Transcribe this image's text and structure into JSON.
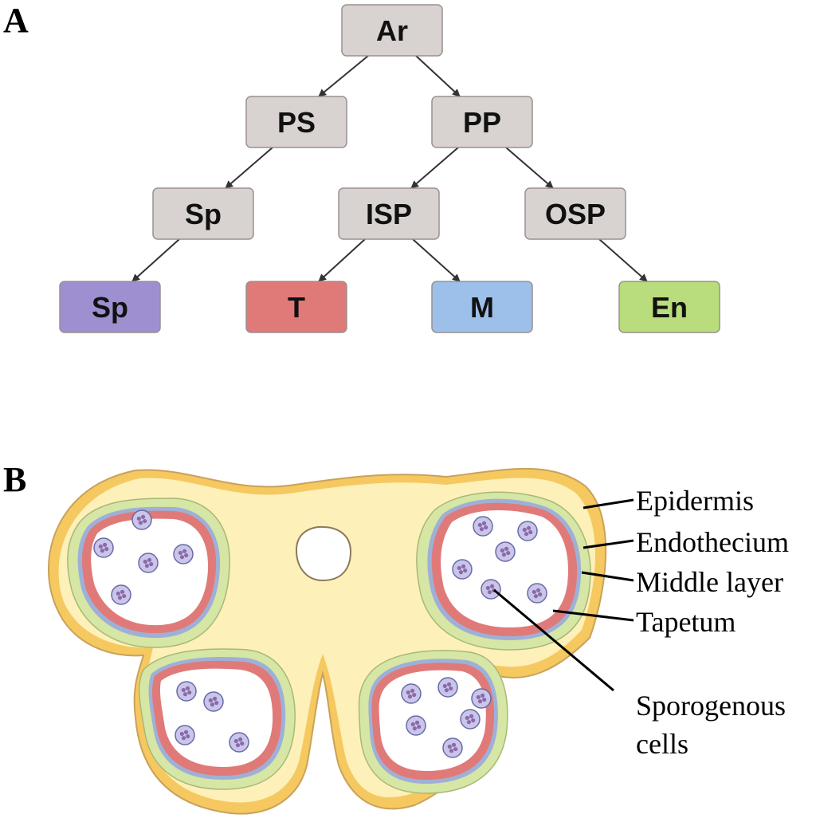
{
  "panel_a": {
    "letter": "A",
    "nodes": [
      {
        "id": "ar",
        "label": "Ar",
        "color": "#d8d2d0"
      },
      {
        "id": "ps",
        "label": "PS",
        "color": "#d8d2d0"
      },
      {
        "id": "pp",
        "label": "PP",
        "color": "#d8d2d0"
      },
      {
        "id": "sp1",
        "label": "Sp",
        "color": "#d8d2d0"
      },
      {
        "id": "isp",
        "label": "ISP",
        "color": "#d8d2d0"
      },
      {
        "id": "osp",
        "label": "OSP",
        "color": "#d8d2d0"
      },
      {
        "id": "sp2",
        "label": "Sp",
        "color": "#9e8fd0"
      },
      {
        "id": "t",
        "label": "T",
        "color": "#e07a78"
      },
      {
        "id": "m",
        "label": "M",
        "color": "#9dc0ea"
      },
      {
        "id": "en",
        "label": "En",
        "color": "#b9dc7c"
      }
    ],
    "edges": [
      [
        "ar",
        "ps"
      ],
      [
        "ar",
        "pp"
      ],
      [
        "ps",
        "sp1"
      ],
      [
        "pp",
        "isp"
      ],
      [
        "pp",
        "osp"
      ],
      [
        "sp1",
        "sp2"
      ],
      [
        "isp",
        "t"
      ],
      [
        "isp",
        "m"
      ],
      [
        "osp",
        "en"
      ]
    ]
  },
  "panel_b": {
    "letter": "B",
    "labels": {
      "epidermis": "Epidermis",
      "endothecium": "Endothecium",
      "middle_layer": "Middle layer",
      "tapetum": "Tapetum",
      "sporogenous_line1": "Sporogenous",
      "sporogenous_line2": "cells"
    },
    "colors": {
      "epidermis": "#f6c860",
      "body": "#fdf0b8",
      "endothecium": "#d6e6a4",
      "middle_layer": "#9eb0d8",
      "tapetum": "#e07a78",
      "tapetum_light": "#f6c8c6",
      "cell": "#c9c6ea",
      "cell_nucleus": "#8a6aa8"
    }
  }
}
